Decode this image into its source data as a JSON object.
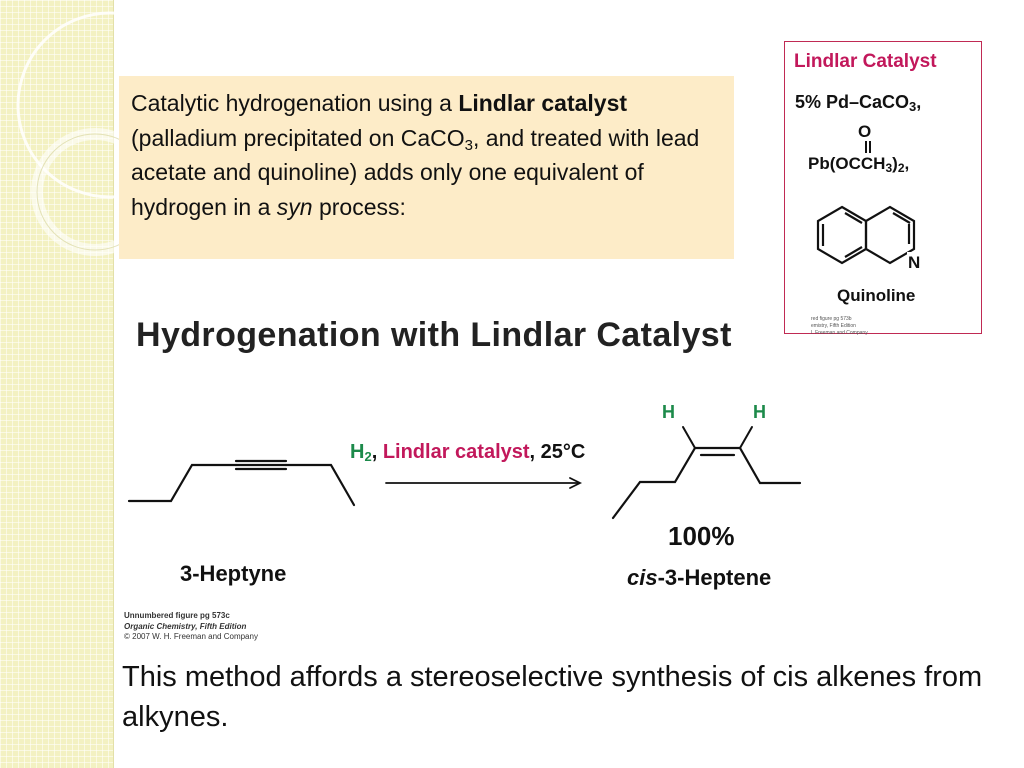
{
  "intro": {
    "text_1": "Catalytic hydrogenation using a ",
    "bold_1": "Lindlar catalyst",
    "text_2": " (palladium precipitated on CaCO",
    "sub_1": "3",
    "text_3": ", and treated with lead acetate and quinoline) adds only one equivalent of hydrogen in a ",
    "italic_1": "syn",
    "text_4": " process:"
  },
  "reagent_card": {
    "title": "Lindlar Catalyst",
    "reagent_main": "5% Pd–CaCO",
    "reagent_sub": "3",
    "reagent_tail": ",",
    "carbonyl_o": "O",
    "lead_main": "Pb(OCCH",
    "lead_sub1": "3",
    "lead_mid": ")",
    "lead_sub2": "2",
    "lead_tail": ",",
    "nitrogen": "N",
    "quinoline_label": "Quinoline",
    "credit_1": "red figure pg 573b",
    "credit_2": "emistry, Fifth Edition",
    "credit_3": "I. Freeman and Company"
  },
  "scheme": {
    "title": "Hydrogenation with Lindlar Catalyst",
    "cond_h": "H",
    "cond_h_sub": "2",
    "cond_sep1": ", ",
    "cond_catalyst": "Lindlar catalyst",
    "cond_temp": ", 25°C",
    "h_left": "H",
    "h_right": "H",
    "reactant_name": "3-Heptyne",
    "yield": "100%",
    "product_prefix": "cis",
    "product_suffix": "-3-Heptene",
    "credit_1": "Unnumbered figure pg 573c",
    "credit_2": "Organic Chemistry, Fifth Edition",
    "credit_3": "© 2007 W. H. Freeman and Company"
  },
  "footer": {
    "text": "This method affords a stereoselective synthesis of cis alkenes from alkynes."
  },
  "colors": {
    "side_band": "#f3f1c2",
    "intro_box": "#fdecc8",
    "magenta": "#c2185b",
    "green": "#1c8a4a",
    "card_border": "#c02a53"
  }
}
